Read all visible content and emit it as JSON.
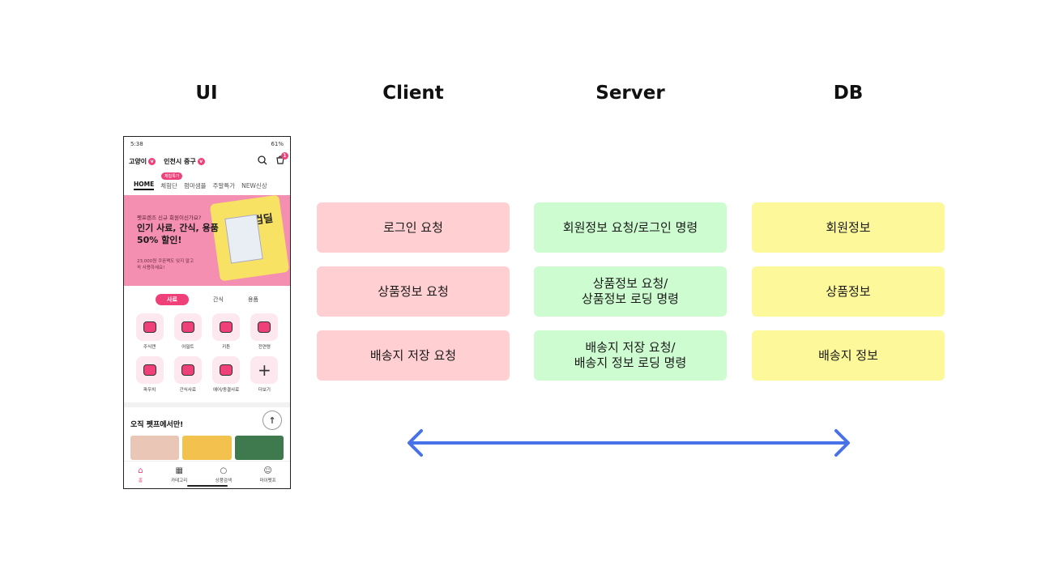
{
  "headers": {
    "ui": "UI",
    "client": "Client",
    "server": "Server",
    "db": "DB"
  },
  "rows": [
    {
      "client": "로그인 요청",
      "server": "회원정보 요청/로그인 명령",
      "db": "회원정보"
    },
    {
      "client": "상품정보 요청",
      "server": "상품정보 요청/\n상품정보 로딩 명령",
      "db": "상품정보"
    },
    {
      "client": "배송지 저장 요청",
      "server": "배송지 저장 요청/\n배송지 정보 로딩 명령",
      "db": "배송지 정보"
    }
  ],
  "colors": {
    "client": "#ffcfd2",
    "server": "#ccfccf",
    "db": "#fdf89a",
    "arrow": "#4a72e8",
    "accent": "#f0407a"
  },
  "phone": {
    "status": {
      "time": "5:38",
      "battery": "61%"
    },
    "top": {
      "pet": "고양이",
      "location": "인천시 중구",
      "cart_count": "1"
    },
    "tabs": [
      "HOME",
      "체험단",
      "펌마샘플",
      "주말특가",
      "NEW신상"
    ],
    "tab_badge": "체험특가",
    "banner": {
      "line1": "펫프렌즈 신규 회원이신가요?",
      "line2": "인기 사료, 간식, 용품\n50% 할인!",
      "line3": "23,000원 쿠폰팩도 잊지 말고\n꼭 사용하세요!",
      "card_title": "웰컴딜"
    },
    "categories": [
      "사료",
      "간식",
      "용품"
    ],
    "grid": [
      "주식캔",
      "어덜트",
      "키튼",
      "전연령",
      "파우치",
      "간식사료",
      "에어/동결사료",
      "더보기"
    ],
    "promo_title": "오직 펫프에서만!",
    "nav": [
      "홈",
      "카테고리",
      "상품검색",
      "마이펫프"
    ]
  }
}
